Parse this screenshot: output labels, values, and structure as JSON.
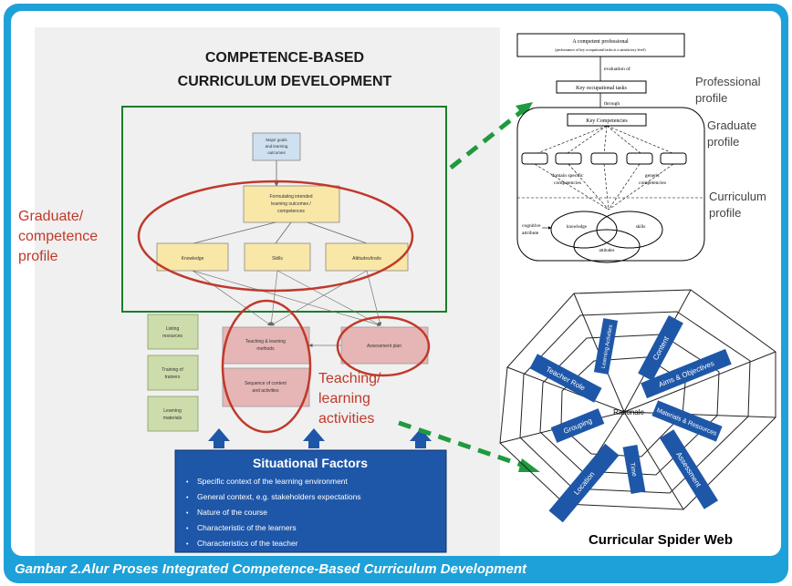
{
  "main_title": [
    "COMPETENCE-BASED",
    "CURRICULUM DEVELOPMENT"
  ],
  "center_boxes": {
    "goals": [
      "Major goals",
      "and learning",
      "outcomes"
    ],
    "formulating": [
      "Formulating intended",
      "learning outcomes /",
      "competences"
    ],
    "knowledge": "Knowledge",
    "skills": "Skills",
    "attitudes": "Attitudes/traits"
  },
  "left_boxes": [
    [
      "Listing",
      "resources"
    ],
    [
      "Training of",
      "trainers"
    ],
    [
      "Learning",
      "materials"
    ]
  ],
  "activity_boxes": {
    "teaching": [
      "Teaching & learning",
      "methods"
    ],
    "sequence": [
      "Sequence of content",
      "and activities"
    ],
    "assessment": "Assessment plan"
  },
  "annotations": {
    "graduate_profile": [
      "Graduate/",
      "competence",
      "profile"
    ],
    "teaching_activities": [
      "Teaching/",
      "learning",
      "activities"
    ]
  },
  "situational": {
    "title": "Situational Factors",
    "items": [
      "Specific context of the learning environment",
      "General context, e.g. stakeholders expectations",
      "Nature of the course",
      "Characteristic of the learners",
      "Characteristics of the teacher"
    ]
  },
  "profile_diagram": {
    "top_box": [
      "A competent professional",
      "(performance of key occupational tasks at a satisfactory level)"
    ],
    "evaluation_of": "evaluation of",
    "key_tasks": "Key occupational tasks",
    "through": "through",
    "key_competencies": "Key Competencies",
    "domain_specific": [
      "domain specific",
      "competencies"
    ],
    "generic": [
      "generic",
      "competencies"
    ],
    "cognitive": [
      "cognitive",
      "attribute"
    ],
    "knowledge": "knowledge",
    "skills": "skills",
    "attitudes": "attitudes"
  },
  "profile_labels": {
    "professional": [
      "Professional",
      "profile"
    ],
    "graduate": [
      "Graduate",
      "profile"
    ],
    "curriculum": [
      "Curriculum",
      "profile"
    ]
  },
  "spider": {
    "center": "Rationale",
    "caption": "Curricular Spider Web",
    "spokes": [
      "Aims & Objectives",
      "Content",
      "Learning Activities",
      "Teacher Role",
      "Materials & Resources",
      "Grouping",
      "Location",
      "Time",
      "Assessment"
    ]
  },
  "caption": "Gambar 2.Alur Proses Integrated Competence-Based Curriculum Development",
  "colors": {
    "frame": "#1ea0d8",
    "green_arrow": "#1f9a3e",
    "red_annot": "#c0392b",
    "situ_blue": "#1f57a8",
    "yellow_box": "#f8e7a7",
    "pink_box": "#e6b5b5",
    "green_box": "#cddcab"
  }
}
